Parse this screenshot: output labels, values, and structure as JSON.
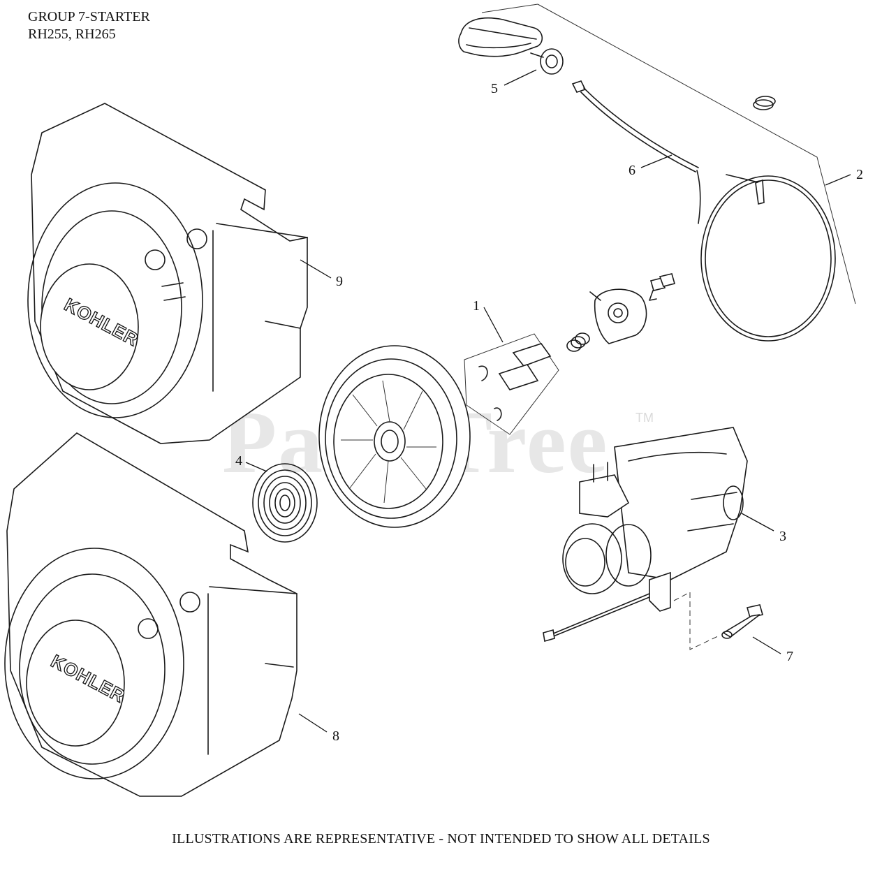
{
  "header": {
    "group_title": "GROUP 7-STARTER",
    "models": "RH255, RH265"
  },
  "footer": {
    "disclaimer": "ILLUSTRATIONS ARE REPRESENTATIVE - NOT INTENDED TO SHOW ALL DETAILS"
  },
  "watermark": {
    "text": "PartsTree",
    "trademark": "TM"
  },
  "shroud_logo": "KOHLER",
  "callouts": [
    {
      "number": "1",
      "part": "pawl-kit"
    },
    {
      "number": "2",
      "part": "recoil-starter-assembly"
    },
    {
      "number": "3",
      "part": "electric-starter"
    },
    {
      "number": "4",
      "part": "recoil-spring"
    },
    {
      "number": "5",
      "part": "starter-handle"
    },
    {
      "number": "6",
      "part": "starter-rope"
    },
    {
      "number": "7",
      "part": "starter-bolt"
    },
    {
      "number": "8",
      "part": "blower-housing-electric-start"
    },
    {
      "number": "9",
      "part": "blower-housing-recoil-start"
    }
  ]
}
